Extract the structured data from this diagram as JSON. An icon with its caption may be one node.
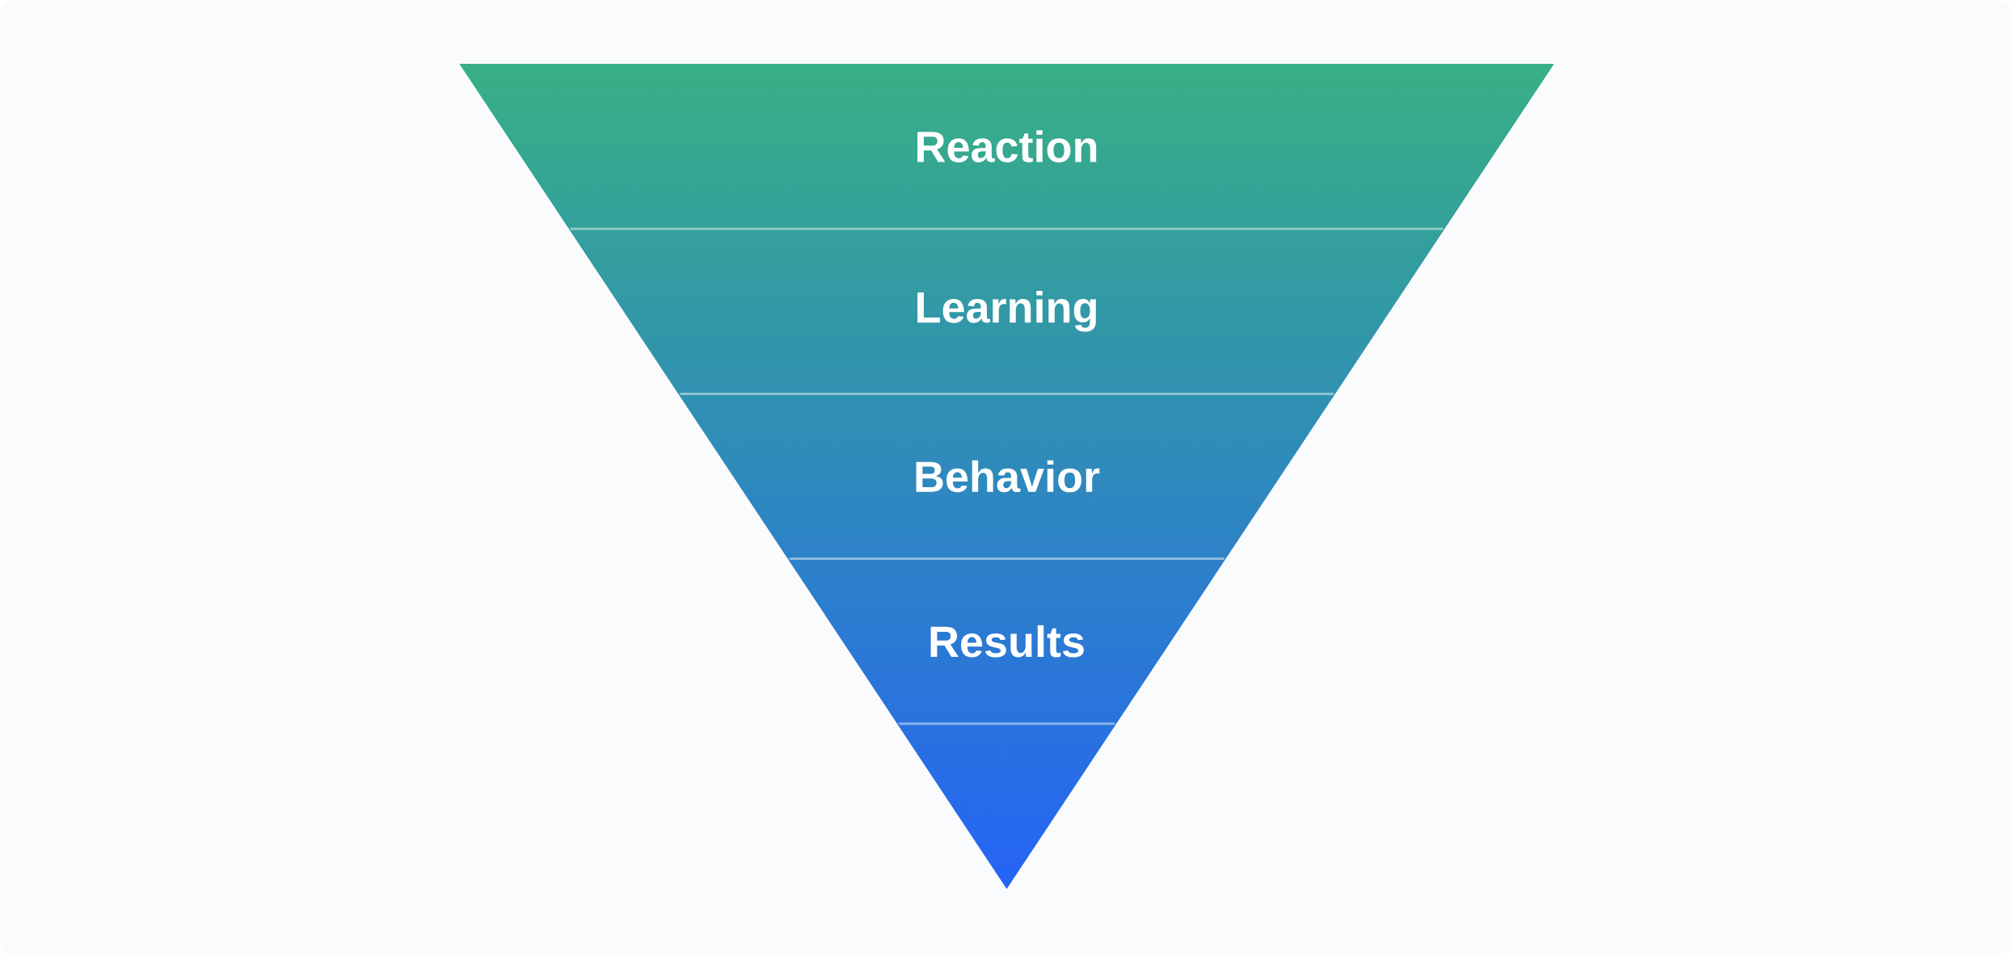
{
  "diagram": {
    "nodes": [
      {
        "text": [
          "Reaction"
        ]
      },
      {
        "text": [
          "Learning"
        ]
      },
      {
        "text": [
          "Behavior"
        ]
      },
      {
        "text": [
          "Results"
        ]
      },
      {
        "text": [],
        "shape": "triangle"
      }
    ]
  }
}
